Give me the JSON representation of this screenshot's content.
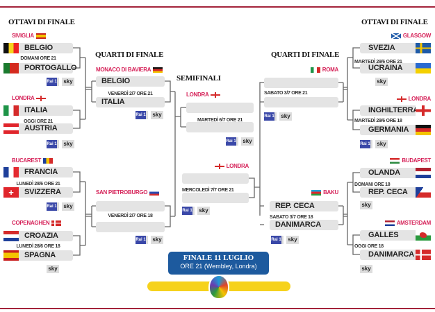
{
  "titles": {
    "ottavi_left": "OTTAVI DI FINALE",
    "quarti_left": "QUARTI DI FINALE",
    "semifinali": "SEMIFINALI",
    "quarti_right": "QUARTI DI FINALE",
    "ottavi_right": "OTTAVI DI FINALE"
  },
  "tv_labels": {
    "rai": "Rai 1",
    "sky": "sky"
  },
  "matches": [
    {
      "round": "ottavi",
      "venue": "SIVIGLIA",
      "venue_flag": "spain",
      "team1": "BELGIO",
      "flag1": "belgium",
      "date": "DOMANI ORE 21",
      "team2": "PORTOGALLO",
      "flag2": "portugal",
      "tv": [
        "rai",
        "sky"
      ]
    },
    {
      "round": "ottavi",
      "venue": "LONDRA",
      "venue_flag": "england",
      "team1": "ITALIA",
      "flag1": "italy",
      "date": "OGGI ORE 21",
      "team2": "AUSTRIA",
      "flag2": "austria",
      "tv": [
        "rai",
        "sky"
      ]
    },
    {
      "round": "ottavi",
      "venue": "BUCAREST",
      "venue_flag": "romania",
      "team1": "FRANCIA",
      "flag1": "france",
      "date": "LUNEDÌ 28/6 ORE 21",
      "team2": "SVIZZERA",
      "flag2": "switzerland",
      "tv": [
        "rai",
        "sky"
      ]
    },
    {
      "round": "ottavi",
      "venue": "COPENAGHEN",
      "venue_flag": "denmark",
      "team1": "CROAZIA",
      "flag1": "croatia",
      "date": "LUNEDÌ 28/6 ORE 18",
      "team2": "SPAGNA",
      "flag2": "spain",
      "tv": [
        "sky"
      ]
    },
    {
      "round": "quarti",
      "venue": "MONACO DI BAVIERA",
      "venue_flag": "germany",
      "team1": "BELGIO",
      "flag1": "",
      "date": "VENERDÌ 2/7 ORE 21",
      "team2": "ITALIA",
      "flag2": "",
      "tv": [
        "rai",
        "sky"
      ]
    },
    {
      "round": "quarti",
      "venue": "SAN PIETROBURGO",
      "venue_flag": "russia",
      "team1": "",
      "flag1": "",
      "date": "VENERDÌ 2/7 ORE 18",
      "team2": "",
      "flag2": "",
      "tv": [
        "rai",
        "sky"
      ]
    },
    {
      "round": "semifinali",
      "venue": "LONDRA",
      "venue_flag": "england",
      "team1": "",
      "flag1": "",
      "date": "MARTEDÌ 6/7 ORE 21",
      "team2": "",
      "flag2": "",
      "tv": [
        "rai",
        "sky"
      ]
    },
    {
      "round": "semifinali",
      "venue": "LONDRA",
      "venue_flag": "england",
      "team1": "",
      "flag1": "",
      "date": "MERCOLEDÌ 7/7 ORE 21",
      "team2": "",
      "flag2": "",
      "tv": [
        "rai",
        "sky"
      ]
    },
    {
      "round": "quarti",
      "venue": "ROMA",
      "venue_flag": "italy",
      "team1": "",
      "flag1": "",
      "date": "SABATO 3/7 ORE 21",
      "team2": "",
      "flag2": "",
      "tv": [
        "rai",
        "sky"
      ]
    },
    {
      "round": "quarti",
      "venue": "BAKU",
      "venue_flag": "azerbaijan",
      "team1": "REP. CECA",
      "flag1": "",
      "date": "SABATO 3/7 ORE 18",
      "team2": "DANIMARCA",
      "flag2": "",
      "tv": [
        "rai",
        "sky"
      ]
    },
    {
      "round": "ottavi",
      "venue": "GLASGOW",
      "venue_flag": "scotland",
      "team1": "SVEZIA",
      "flag1": "sweden",
      "date": "MARTEDÌ 29/6 ORE 21",
      "team2": "UCRAINA",
      "flag2": "ukraine",
      "tv": [
        "sky"
      ]
    },
    {
      "round": "ottavi",
      "venue": "LONDRA",
      "venue_flag": "england",
      "team1": "INGHILTERRA",
      "flag1": "england",
      "date": "MARTEDÌ 29/6 ORE 18",
      "team2": "GERMANIA",
      "flag2": "germany",
      "tv": [
        "rai",
        "sky"
      ]
    },
    {
      "round": "ottavi",
      "venue": "BUDAPEST",
      "venue_flag": "hungary",
      "team1": "OLANDA",
      "flag1": "netherlands",
      "date": "DOMANI ORE 18",
      "team2": "REP. CECA",
      "flag2": "czech",
      "tv": [
        "sky"
      ]
    },
    {
      "round": "ottavi",
      "venue": "AMSTERDAM",
      "venue_flag": "netherlands",
      "team1": "GALLES",
      "flag1": "wales",
      "date": "OGGI ORE 18",
      "team2": "DANIMARCA",
      "flag2": "denmark",
      "tv": [
        "sky"
      ]
    }
  ],
  "final": {
    "title": "FINALE 11 LUGLIO",
    "subtitle": "ORE 21 (Wembley, Londra)"
  },
  "colors": {
    "venue": "#d6245a",
    "final_box": "#1d5a9e",
    "bar": "#f6d21c",
    "frame": "#a3233a"
  }
}
